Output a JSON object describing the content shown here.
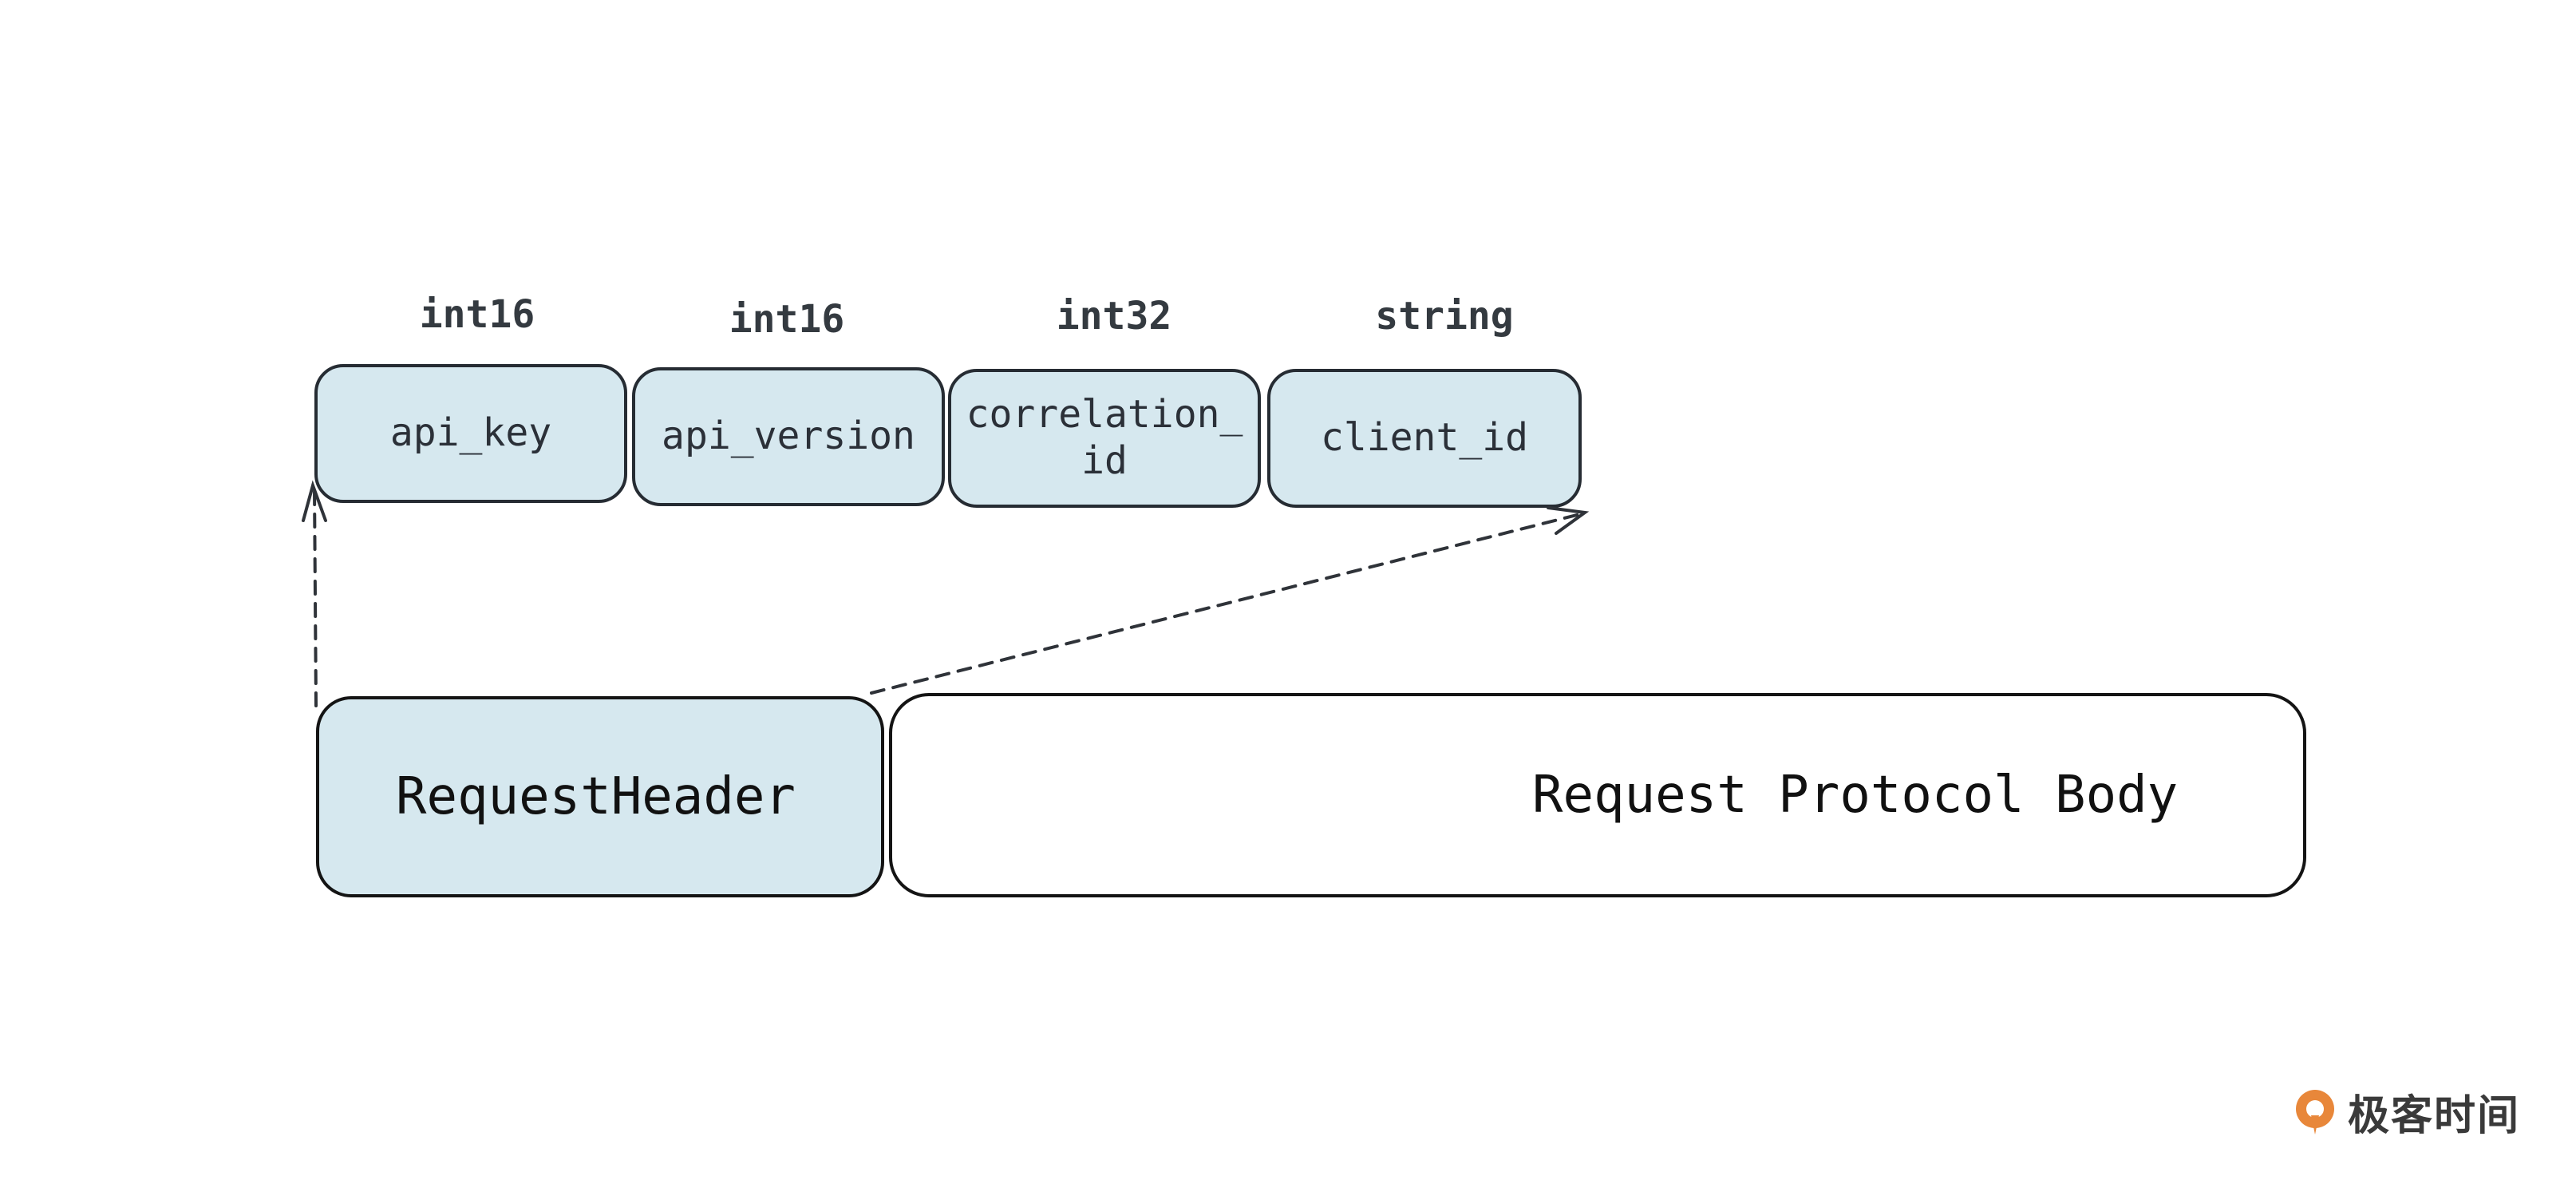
{
  "fields": [
    {
      "type": "int16",
      "name": "api_key"
    },
    {
      "type": "int16",
      "name": "api_version"
    },
    {
      "type": "int32",
      "name": "correlation_\nid"
    },
    {
      "type": "string",
      "name": "client_id"
    }
  ],
  "header_label": "RequestHeader",
  "body_label": "Request Protocol Body",
  "logo_text": "极客时间",
  "colors": {
    "field_fill": "#d6e8ef",
    "stroke": "#262c33",
    "logo_orange": "#e8873a"
  }
}
